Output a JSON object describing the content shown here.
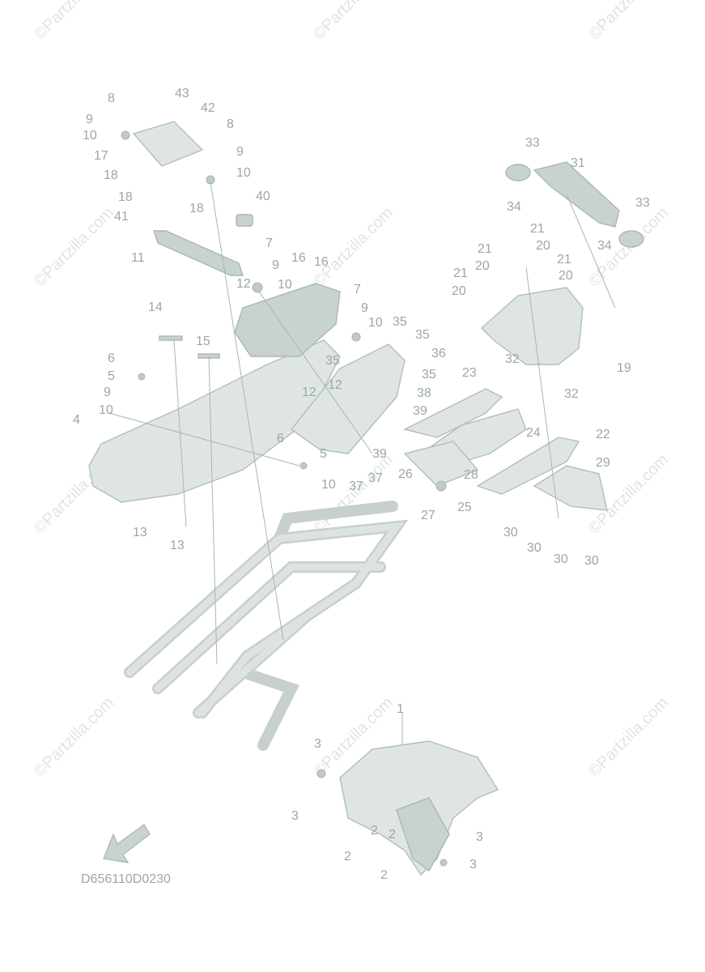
{
  "diagram": {
    "code": "D656110D0230",
    "watermark": "©Partzilla.com",
    "colors": {
      "ink": "#9aa8a2",
      "part_fill": "#dfe6e2",
      "background": "#ffffff"
    }
  },
  "labels": [
    "1",
    "2",
    "2",
    "2",
    "2",
    "3",
    "3",
    "3",
    "3",
    "4",
    "5",
    "5",
    "6",
    "6",
    "7",
    "7",
    "8",
    "8",
    "9",
    "9",
    "9",
    "9",
    "9",
    "10",
    "10",
    "10",
    "10",
    "10",
    "10",
    "11",
    "12",
    "12",
    "12",
    "13",
    "13",
    "14",
    "15",
    "16",
    "16",
    "17",
    "18",
    "18",
    "18",
    "19",
    "20",
    "20",
    "20",
    "20",
    "21",
    "21",
    "21",
    "21",
    "22",
    "23",
    "24",
    "25",
    "26",
    "27",
    "28",
    "29",
    "30",
    "30",
    "30",
    "30",
    "31",
    "32",
    "32",
    "33",
    "33",
    "34",
    "34",
    "35",
    "35",
    "35",
    "35",
    "36",
    "37",
    "37",
    "38",
    "39",
    "39",
    "40",
    "41",
    "42",
    "43"
  ]
}
